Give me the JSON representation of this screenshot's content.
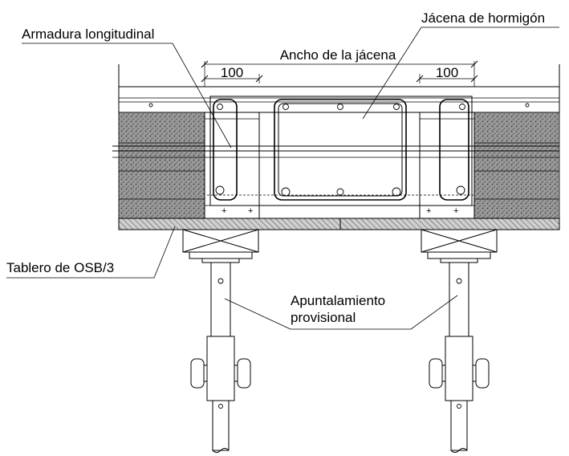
{
  "labels": {
    "longitudinal_reinforcement": "Armadura longitudinal",
    "concrete_beam": "Jácena de hormigón",
    "beam_width": "Ancho de la jácena",
    "dim_left": "100",
    "dim_right": "100",
    "osb_board": "Tablero de OSB/3",
    "shoring_line1": "Apuntalamiento",
    "shoring_line2": "provisional"
  },
  "colors": {
    "line": "#000000",
    "background": "#ffffff",
    "insulation_fill": "#8a8a8a"
  }
}
